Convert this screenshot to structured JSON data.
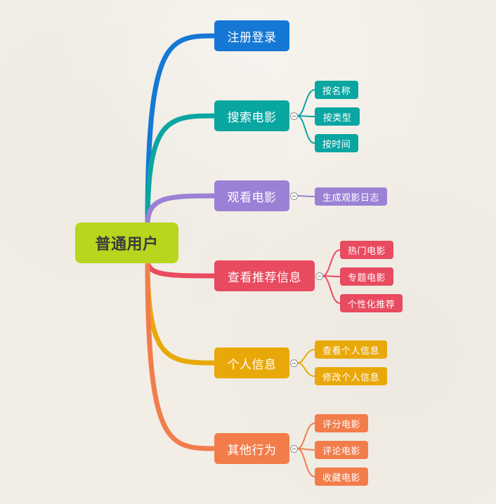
{
  "root": {
    "label": "普通用户",
    "color": "#b7d61e"
  },
  "branches": [
    {
      "label": "注册登录",
      "color": "#1578d4",
      "children": []
    },
    {
      "label": "搜索电影",
      "color": "#0aa6a1",
      "children": [
        "按名称",
        "按类型",
        "按时间"
      ]
    },
    {
      "label": "观看电影",
      "color": "#9c80d6",
      "children": [
        "生成观影日志"
      ]
    },
    {
      "label": "查看推荐信息",
      "color": "#e84a5f",
      "children": [
        "热门电影",
        "专题电影",
        "个性化推荐"
      ]
    },
    {
      "label": "个人信息",
      "color": "#e9a80a",
      "children": [
        "查看个人信息",
        "修改个人信息"
      ]
    },
    {
      "label": "其他行为",
      "color": "#f27d4b",
      "children": [
        "评分电影",
        "评论电影",
        "收藏电影"
      ]
    }
  ]
}
